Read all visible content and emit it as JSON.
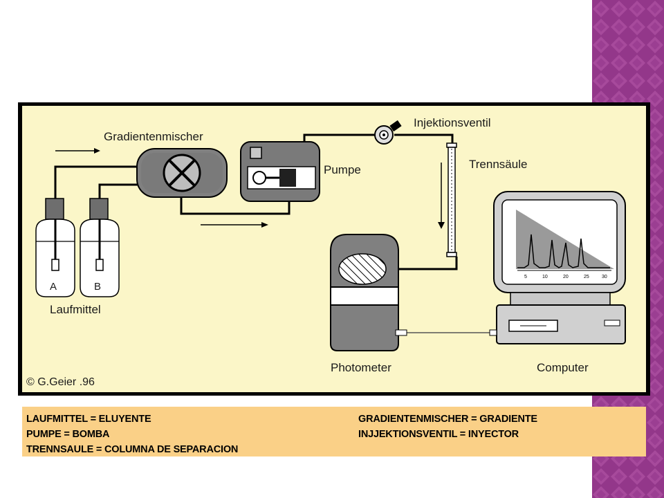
{
  "diagram": {
    "labels": {
      "gradient_mixer": "Gradientenmischer",
      "injector": "Injektionsventil",
      "pump": "Pumpe",
      "column": "Trennsäule",
      "eluent": "Laufmittel",
      "bottle_a": "A",
      "bottle_b": "B",
      "photometer": "Photometer",
      "computer": "Computer",
      "copyright": "© G.Geier .96"
    },
    "screen_ticks": [
      "5",
      "10",
      "20",
      "25",
      "30"
    ]
  },
  "legend": {
    "left": [
      "LAUFMITTEL = ELUYENTE",
      "PUMPE = BOMBA",
      "TRENNSAULE = COLUMNA DE SEPARACION"
    ],
    "right": [
      "GRADIENTENMISCHER = GRADIENTE",
      "INJJEKTIONSVENTIL = INYECTOR"
    ]
  },
  "colors": {
    "background_panel": "#fbf6c8",
    "legend_band": "#fad087",
    "side_strip": "#9c3d8e"
  }
}
